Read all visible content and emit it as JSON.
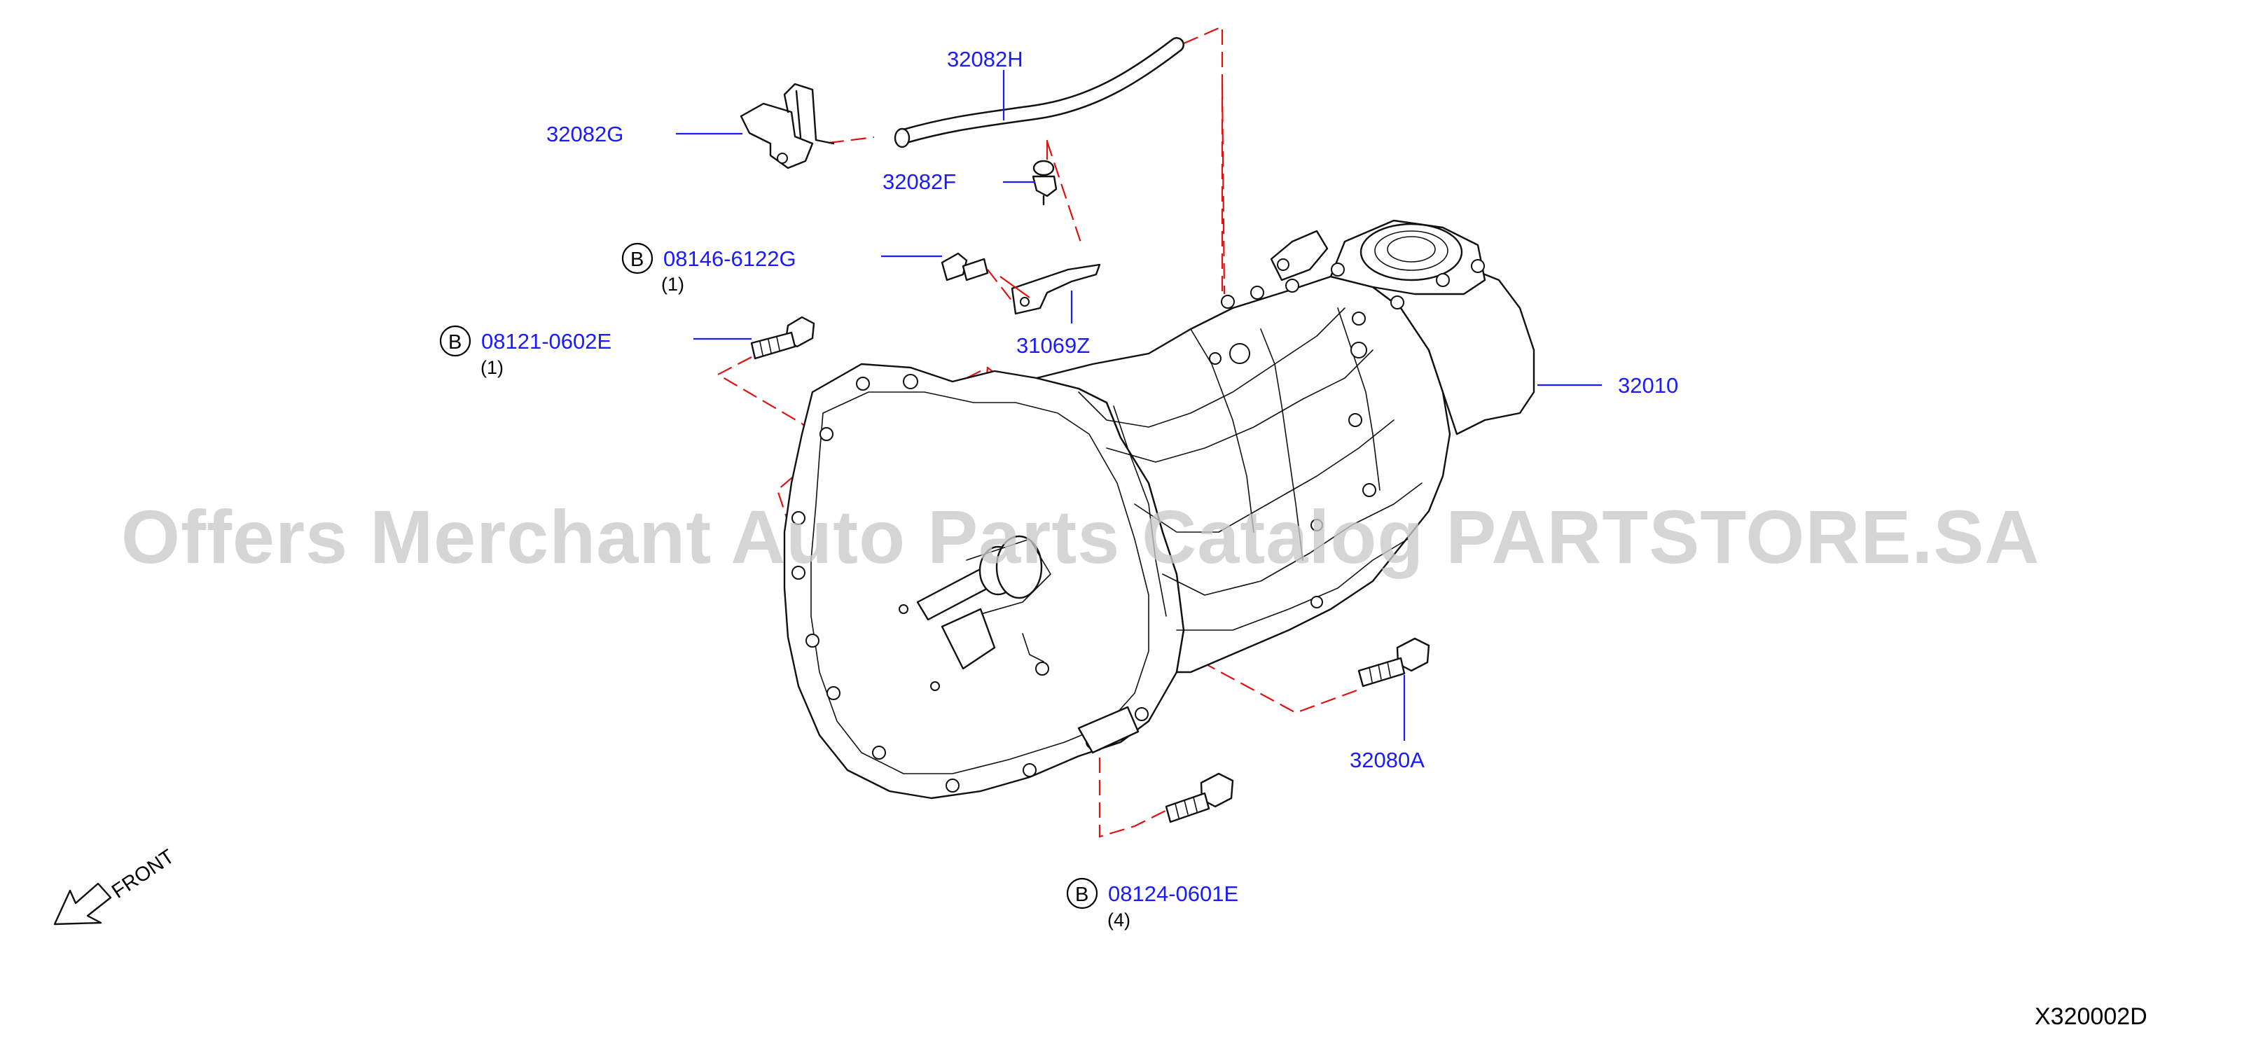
{
  "diagram": {
    "watermark": "Offers Merchant Auto Parts Catalog PARTSTORE.SA",
    "figure_code": "X320002D",
    "front_indicator": "FRONT",
    "colors": {
      "callout_text": "#1a1aff",
      "guide_lines": "#e01010",
      "drawing": "#111111",
      "watermark": "#c9c9c9"
    },
    "callouts": {
      "p32082H": "32082H",
      "p32082G": "32082G",
      "p32082F": "32082F",
      "p08146": {
        "badge": "B",
        "part": "08146-6122G",
        "qty": "(1)"
      },
      "p08121": {
        "badge": "B",
        "part": "08121-0602E",
        "qty": "(1)"
      },
      "p31069Z": "31069Z",
      "p32010": "32010",
      "p32080A": "32080A",
      "p08124": {
        "badge": "B",
        "part": "08124-0601E",
        "qty": "(4)"
      }
    }
  }
}
